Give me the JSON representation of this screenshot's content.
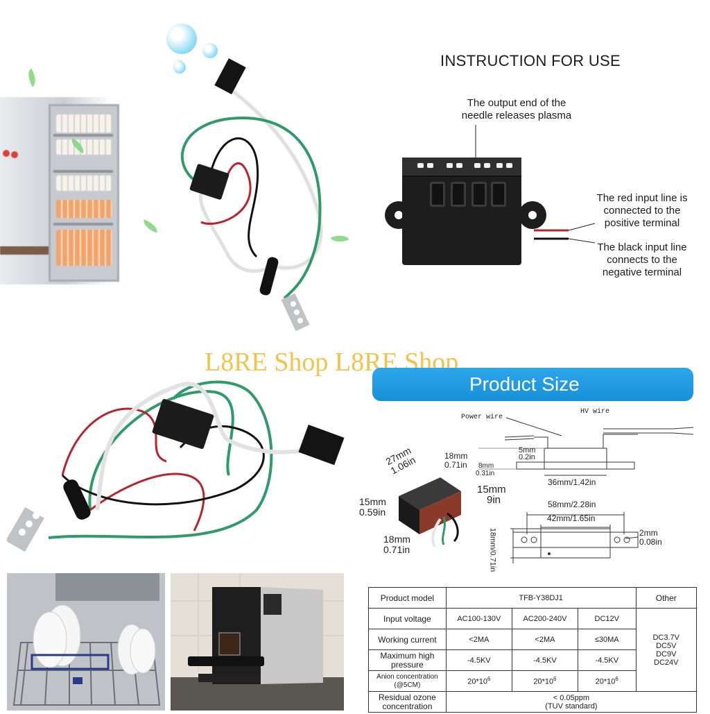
{
  "watermark": "L8RE Shop L8RE Shop",
  "instruction": {
    "title": "INSTRUCTION FOR USE",
    "output_note_l1": "The output end of the",
    "output_note_l2": "needle releases plasma",
    "red_note_l1": "The red input line is",
    "red_note_l2": "connected to the",
    "red_note_l3": "positive terminal",
    "black_note_l1": "The black input line",
    "black_note_l2": "connects to the",
    "black_note_l3": "negative terminal"
  },
  "product_size": {
    "banner": "Product Size",
    "power_wire": "Power wire",
    "hv_wire": "HV wire",
    "d_18mm": "18mm",
    "d_071in": "0.71in",
    "d_5mm": "5mm",
    "d_02in": "0.2in",
    "d_8mm": "8mm",
    "d_031in": "0.31in",
    "d_36mm": "36mm/1.42in",
    "d_27mm": "27mm",
    "d_106in": "1.06in",
    "d_15mm": "15mm",
    "d_059in": "0.59in",
    "d_15mm_b": "15mm",
    "d_9in": "9in",
    "d_18mm_b": "18mm",
    "d_071in_b": "0.71in",
    "d_58mm": "58mm/2.28in",
    "d_42mm": "42mm/1.65in",
    "d_2mm": "2mm",
    "d_008in": "0.08in",
    "d_vert": "18mm/0.71in"
  },
  "spec_table": {
    "h_model": "Product model",
    "model": "TFB-Y38DJ1",
    "h_other": "Other",
    "h_input": "Input voltage",
    "v1": "AC100-130V",
    "v2": "AC200-240V",
    "v3": "DC12V",
    "h_current": "Working current",
    "c1": "<2MA",
    "c2": "<2MA",
    "c3": "≤30MA",
    "other_1": "DC3.7V",
    "other_2": "DC5V",
    "other_3": "DC9V",
    "other_4": "DC24V",
    "h_pressure_l1": "Maximum high",
    "h_pressure_l2": "pressure",
    "p1": "-4.5KV",
    "p2": "-4.5KV",
    "p3": "-4.5KV",
    "h_anion_l1": "Anion concentration",
    "h_anion_l2": "(@5CM)",
    "a_base": "20*10",
    "a_exp": "6",
    "h_ozone_l1": "Residual ozone",
    "h_ozone_l2": "concentration",
    "ozone_l1": "< 0.05ppm",
    "ozone_l2": "(TUV standard)"
  },
  "colors": {
    "banner_blue": "#1f9be2",
    "watermark_gold": "#f3c24a",
    "wire_red": "#b8242c",
    "wire_green": "#2f9a6a",
    "wire_black": "#111111"
  }
}
